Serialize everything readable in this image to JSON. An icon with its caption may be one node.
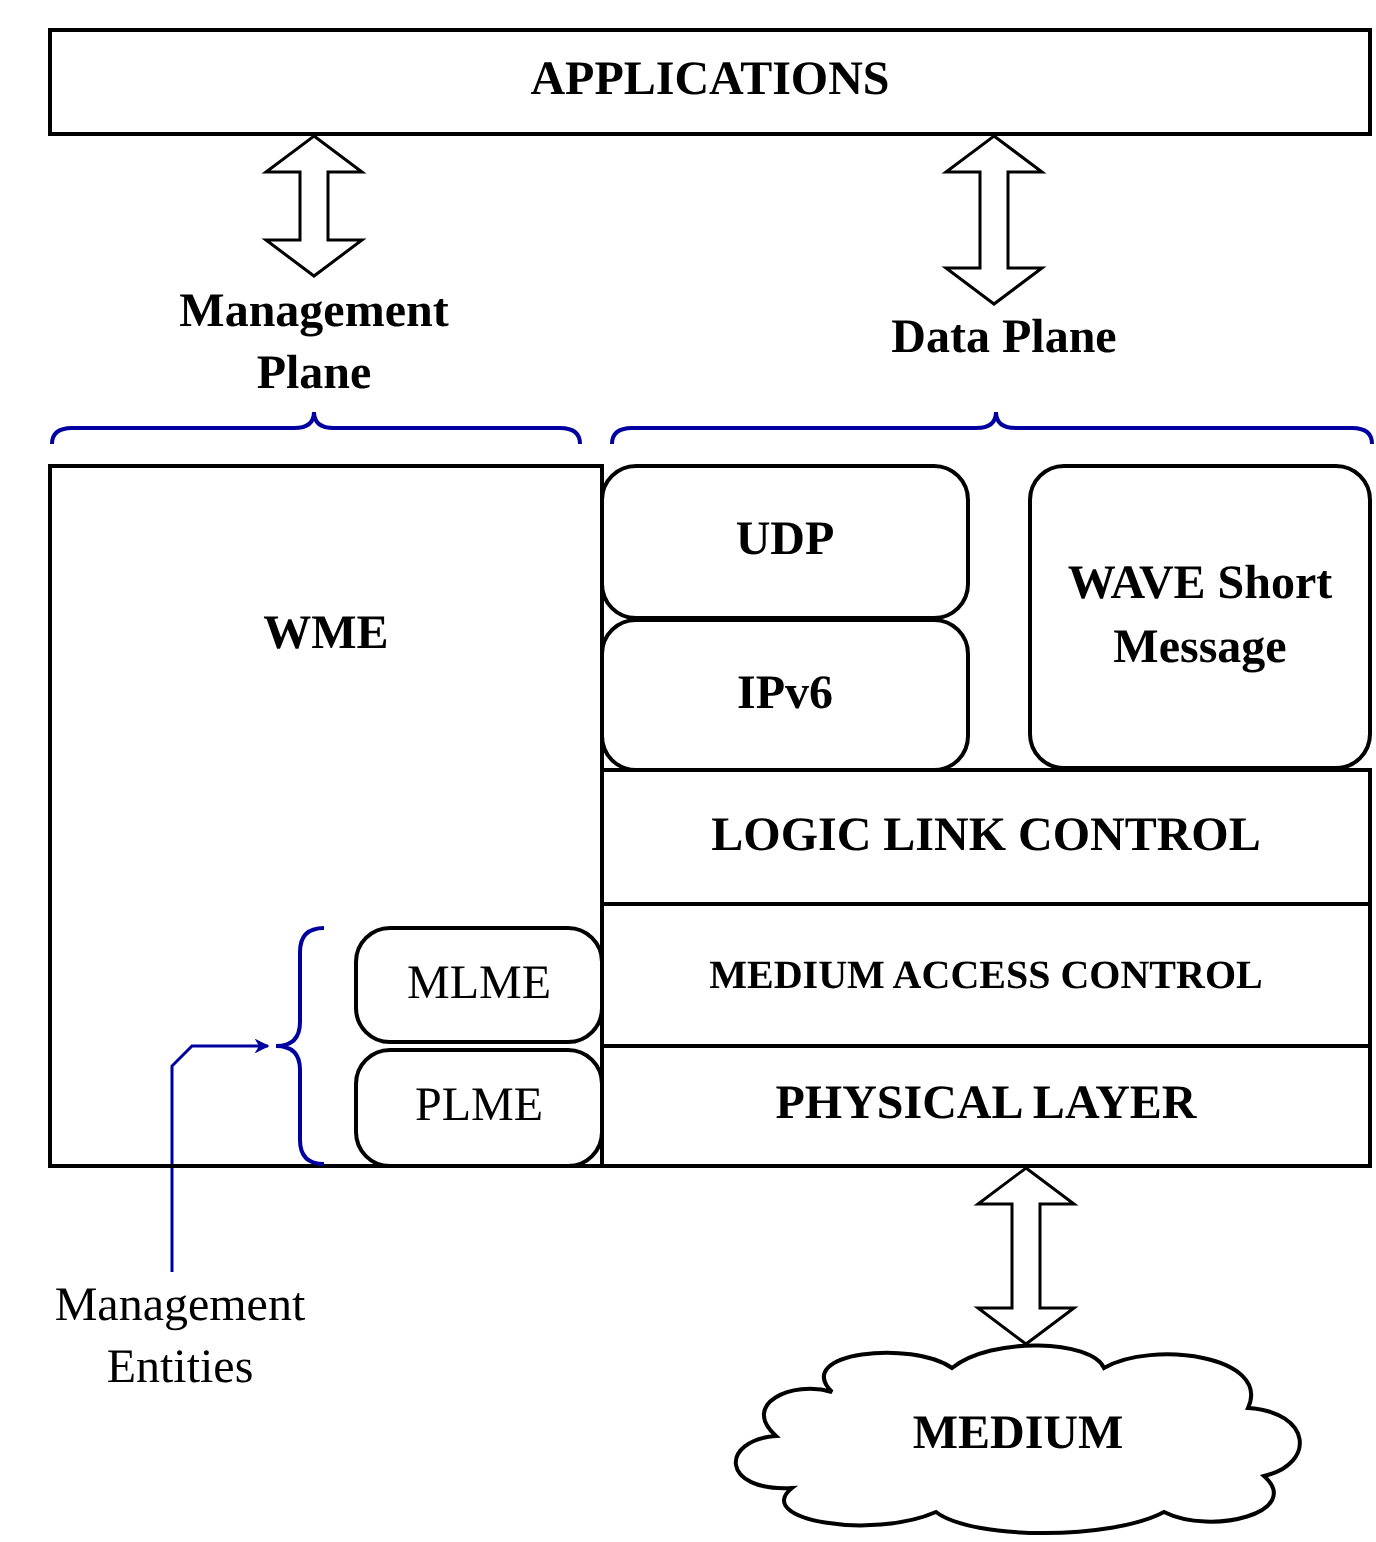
{
  "diagram": {
    "nodes": [
      {
        "text": [
          "APPLICATIONS"
        ]
      },
      {
        "text": [
          "Management Plane"
        ]
      },
      {
        "text": [
          "Data Plane"
        ]
      },
      {
        "text": [
          "WME"
        ]
      },
      {
        "text": [
          "UDP"
        ]
      },
      {
        "text": [
          "IPv6"
        ]
      },
      {
        "text": [
          "WAVE Short Message"
        ]
      },
      {
        "text": [
          "LOGIC LINK CONTROL"
        ]
      },
      {
        "text": [
          "MEDIUM ACCESS CONTROL"
        ]
      },
      {
        "text": [
          "PHYSICAL LAYER"
        ]
      },
      {
        "text": [
          "MLME"
        ],
        "in": 3
      },
      {
        "text": [
          "PLME"
        ],
        "in": 3
      },
      {
        "text": [
          "Management Entities"
        ]
      },
      {
        "text": [
          "MEDIUM"
        ]
      },
      {
        "text": [],
        "shape": "brace",
        "in": 3
      }
    ],
    "edges": [
      {
        "from": 0,
        "to": 1,
        "arrow": "both"
      },
      {
        "from": 0,
        "to": 2,
        "arrow": "both"
      },
      {
        "from": 9,
        "to": 13,
        "arrow": "both"
      },
      {
        "from": 12,
        "to": 14,
        "arrow": "to",
        "color": "#0000a0"
      }
    ]
  }
}
